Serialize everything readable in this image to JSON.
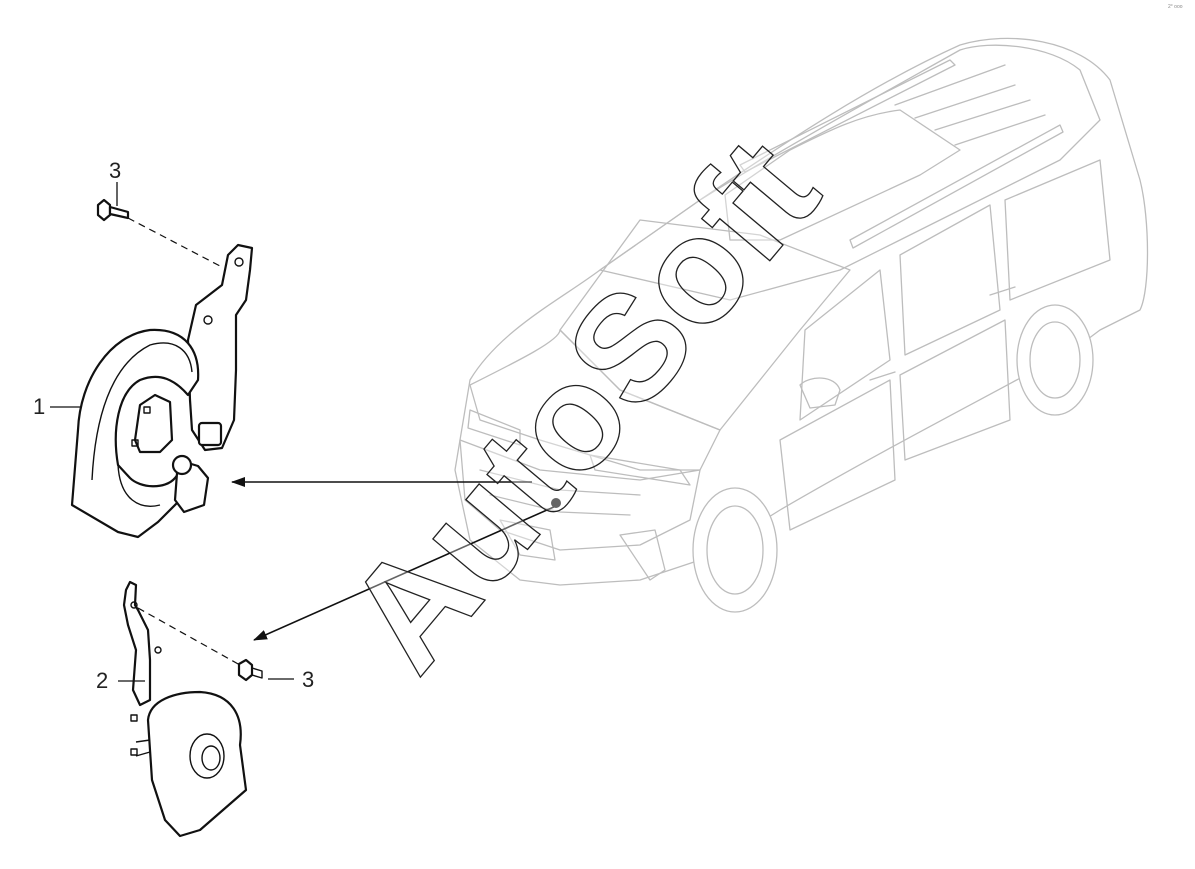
{
  "callouts": [
    {
      "id": "horn-1",
      "label": "1"
    },
    {
      "id": "horn-2",
      "label": "2"
    },
    {
      "id": "bolt-top",
      "label": "3"
    },
    {
      "id": "bolt-bottom",
      "label": "3"
    }
  ],
  "watermark": {
    "text": "AutoSoft"
  },
  "corner_mark": "2° ooo",
  "colors": {
    "line": "#111111",
    "vehicle_line": "#bdbdbd",
    "background": "#ffffff"
  }
}
